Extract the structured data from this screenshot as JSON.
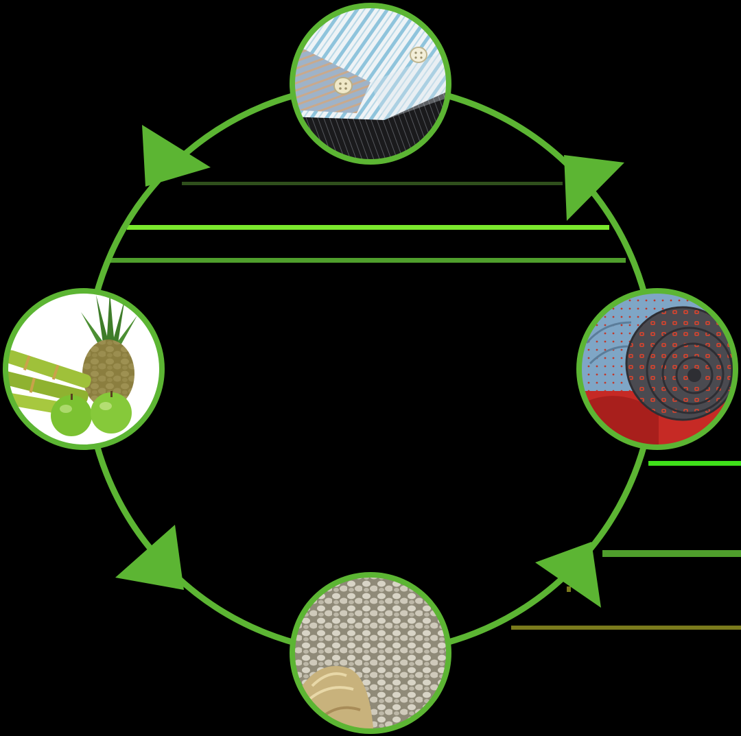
{
  "diagram": {
    "type": "circular-cycle",
    "flow_direction": "clockwise",
    "colors": {
      "background": "#000000",
      "ring": "#5cb533",
      "arrow": "#5cb533",
      "bar_bright": "#7ae82d",
      "bar_mid": "#4f9e2c",
      "bar_dark": "#2f4f1c",
      "bar_olive": "#7a7a1c",
      "bar_vivid": "#3fe01a"
    },
    "nodes": [
      {
        "id": "shirts",
        "icon": "striped-shirts-photo",
        "position": "top"
      },
      {
        "id": "ties",
        "icon": "rolled-ties-photo",
        "position": "right"
      },
      {
        "id": "pellets",
        "icon": "plastic-pellets-photo",
        "position": "bottom"
      },
      {
        "id": "plants",
        "icon": "sugarcane-pineapple-apple-photo",
        "position": "left"
      }
    ],
    "arrows": [
      {
        "icon": "arrow-top-right-icon"
      },
      {
        "icon": "arrow-bottom-right-icon"
      },
      {
        "icon": "arrow-bottom-left-icon"
      },
      {
        "icon": "arrow-top-left-icon"
      }
    ]
  }
}
